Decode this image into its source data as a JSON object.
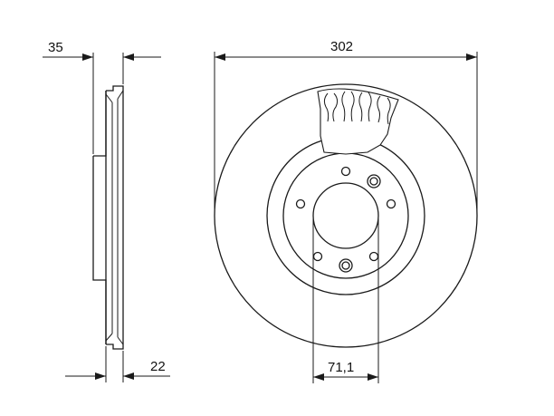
{
  "dimensions": {
    "hub_offset": "35",
    "outer_diameter": "302",
    "disc_thickness": "22",
    "centering_diameter": "71,1"
  },
  "colors": {
    "line": "#1a1a1a",
    "background": "#ffffff"
  }
}
